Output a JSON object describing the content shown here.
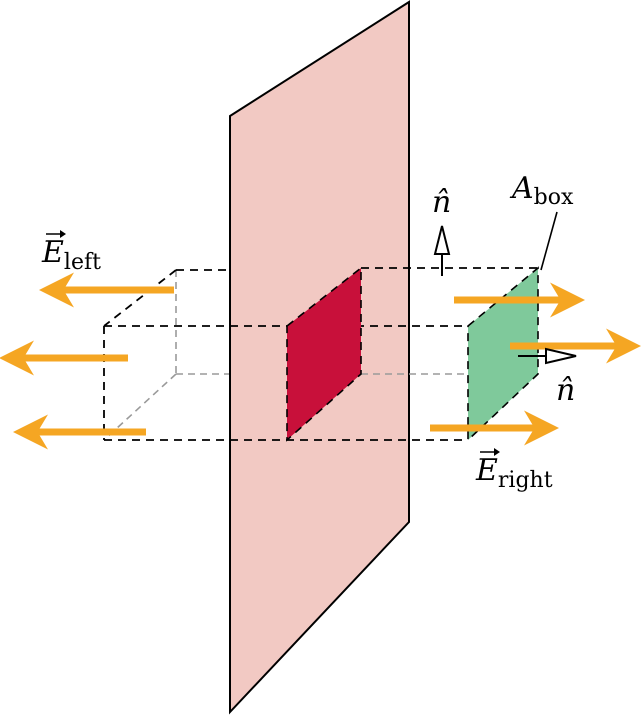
{
  "colors": {
    "sheet": "#f2c9c3",
    "sheet_stroke": "#000000",
    "patch": "#c8103a",
    "box_face": "#7fc99b",
    "field_arrow": "#f5a623",
    "box_line": "#000000",
    "hidden_line": "#9a9a9a"
  },
  "labels": {
    "e_left_main": "E",
    "e_left_sub": "left",
    "e_right_main": "E",
    "e_right_sub": "right",
    "a_box_main": "A",
    "a_box_sub": "box",
    "n_top": "n̂",
    "n_right": "n̂"
  },
  "icons": {
    "field_arrow": "arrow-icon",
    "normal_vector": "open-triangle-arrow-icon"
  }
}
